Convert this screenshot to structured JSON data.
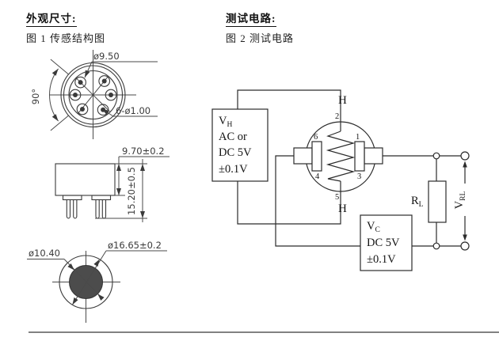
{
  "fig1": {
    "title": "外观尺寸:",
    "caption": "图 1 传感结构图",
    "dims": {
      "top_diameter": "ø9.50",
      "pin_angle": "90°",
      "pin_spec": "6-ø1.00",
      "body_height": "9.70±0.2",
      "total_height": "15.20±0.5",
      "mesh_diameter": "ø10.40",
      "cap_diameter": "ø16.65±0.2"
    }
  },
  "fig2": {
    "title": "测试电路:",
    "caption": "图 2 测试电路",
    "heater_supply": {
      "sym_main": "V",
      "sym_sub": "H",
      "line2": "AC or",
      "line3": "DC 5V",
      "line4": "±0.1V"
    },
    "circuit_supply": {
      "sym_main": "V",
      "sym_sub": "C",
      "line2": "DC 5V",
      "line3": "±0.1V"
    },
    "pins": {
      "p1": "1",
      "p2": "2",
      "p3": "3",
      "p4": "4",
      "p5": "5",
      "p6": "6"
    },
    "heater_top": "H",
    "heater_bottom": "H",
    "load_resistor": {
      "main": "R",
      "sub": "L"
    },
    "output_voltage": {
      "main": "V",
      "sub": "RL"
    }
  },
  "colors": {
    "line": "#2b2b2b",
    "dim": "#3a3a3a",
    "mesh_fill": "#4c4c4c",
    "page_rule": "#6f6f6f"
  }
}
